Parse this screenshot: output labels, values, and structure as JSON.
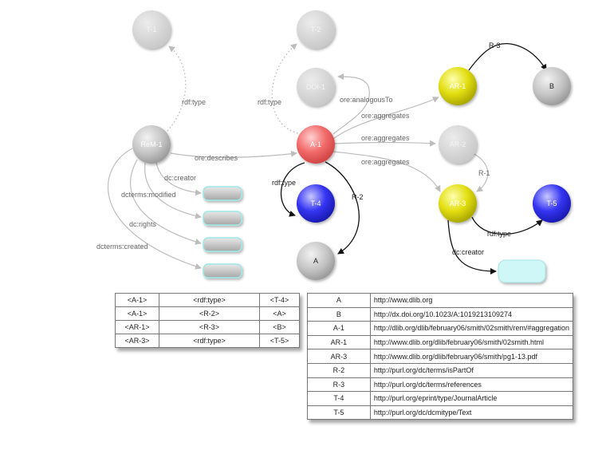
{
  "nodes": {
    "T1": "T-1",
    "T2": "T-2",
    "DOI1": "DOI-1",
    "AR1": "AR-1",
    "B": "B",
    "REM1": "ReM-1",
    "A1": "A-1",
    "AR2": "AR-2",
    "T4": "T-4",
    "AR3": "AR-3",
    "T5": "T-5",
    "A": "A"
  },
  "edges": {
    "rem_t1": "rdf:type",
    "a1_t2": "rdf:type",
    "analogous": "ore:analogousTo",
    "agg1": "ore:aggregates",
    "agg2": "ore:aggregates",
    "agg3": "ore:aggregates",
    "describes": "ore:describes",
    "creator": "dc:creator",
    "modified": "dcterms:modified",
    "rights": "dc:rights",
    "created": "dcterms:created",
    "a1_t4": "rdf:type",
    "r2": "R-2",
    "r3": "R-3",
    "r1": "R-1",
    "ar3_t5": "rdf:type",
    "ar3_creator": "dc:creator"
  },
  "triples": [
    [
      "<A-1>",
      "<rdf:type>",
      "<T-4>"
    ],
    [
      "<A-1>",
      "<R-2>",
      "<A>"
    ],
    [
      "<AR-1>",
      "<R-3>",
      "<B>"
    ],
    [
      "<AR-3>",
      "<rdf:type>",
      "<T-5>"
    ]
  ],
  "uris": [
    [
      "A",
      "http://www.dlib.org"
    ],
    [
      "B",
      "http://dx.doi.org/10.1023/A:1019213109274"
    ],
    [
      "A-1",
      "http://dlib.org/dlib/february06/smith/02smith/rem/#aggregation"
    ],
    [
      "AR-1",
      "http://www.dlib.org/dlib/february06/smith/02smith.html"
    ],
    [
      "AR-3",
      "http://www.dlib.org/dlib/february06/smith/pg1-13.pdf"
    ],
    [
      "R-2",
      "http://purl.org/dc/terms/isPartOf"
    ],
    [
      "R-3",
      "http://purl.org/dc/terms/references"
    ],
    [
      "T-4",
      "http://purl.org/eprint/type/JournalArticle"
    ],
    [
      "T-5",
      "http://purl.org/dc/dcmitype/Text"
    ]
  ],
  "colors": {
    "gray_node": "#bdbdbd",
    "red_node": "#f26a6a",
    "yellow_node": "#d8d400",
    "blue_node": "#2b2bf0",
    "cyan_literal": "#cff7f7",
    "gray_literal": "#b5b5b5"
  }
}
